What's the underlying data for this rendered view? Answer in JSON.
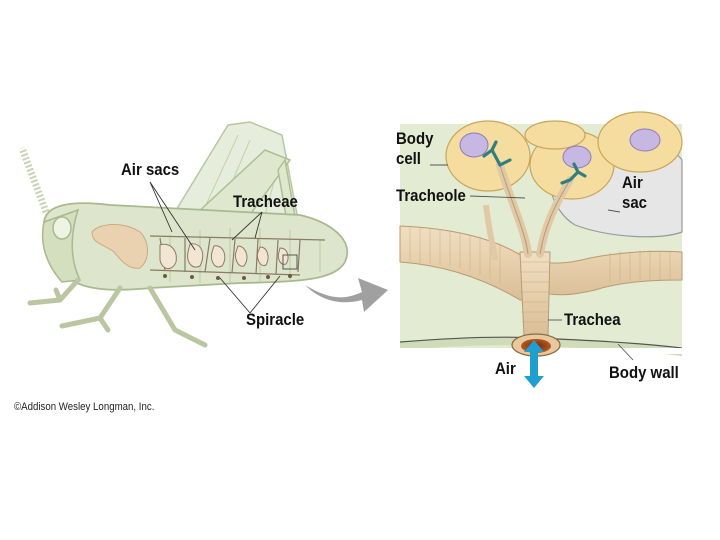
{
  "left_panel": {
    "labels": {
      "air_sacs": "Air sacs",
      "tracheae": "Tracheae",
      "spiracle": "Spiracle"
    }
  },
  "right_panel": {
    "labels": {
      "body_cell_line1": "Body",
      "body_cell_line2": "cell",
      "tracheole": "Tracheole",
      "air_sac_line1": "Air",
      "air_sac_line2": "sac",
      "trachea": "Trachea",
      "air": "Air",
      "body_wall": "Body wall"
    }
  },
  "copyright": "©Addison Wesley Longman, Inc.",
  "colors": {
    "grasshopper_body": "#dde6cc",
    "tissue_green": "#e3ecd2",
    "cell_yellow": "#f5dda0",
    "nucleus": "#c7b7e3",
    "trachea_tan": "#e9d4b4",
    "tracheole_teal": "#2f7f7f",
    "air_arrow": "#1f9fd0",
    "pointer_gray": "#a0a0a0"
  }
}
